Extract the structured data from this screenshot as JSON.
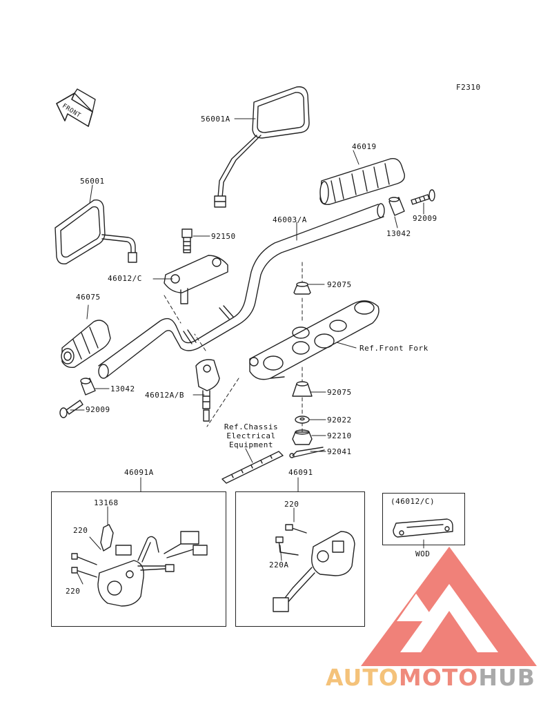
{
  "diagram": {
    "code": "F2310",
    "front_label": "FRONT",
    "parts": {
      "p56001A": "56001A",
      "p46019": "46019",
      "p56001": "56001",
      "p92150": "92150",
      "p46003A": "46003/A",
      "p13042_right": "13042",
      "p92009_right": "92009",
      "p46012C": "46012/C",
      "p92075_top": "92075",
      "p46075": "46075",
      "p13042_left": "13042",
      "p46012AB": "46012A/B",
      "p92009_left": "92009",
      "p92075_bottom": "92075",
      "p92022": "92022",
      "p92210": "92210",
      "p92041": "92041",
      "p46091A": "46091A",
      "p46091": "46091",
      "p13168": "13168",
      "p220_a": "220",
      "p220_b": "220",
      "p220_c": "220",
      "p220A": "220A",
      "p46012C_box": "(46012/C)",
      "wod": "WOD"
    },
    "references": {
      "front_fork": "Ref.Front Fork",
      "chassis_line1": "Ref.Chassis",
      "chassis_line2": "Electrical",
      "chassis_line3": "Equipment"
    }
  },
  "watermark": {
    "part1": "AUTO",
    "part2": "MOTO",
    "part3": "HUB",
    "colors": {
      "part1": "#f4c27a",
      "part2": "#ef8a7c",
      "part3": "#a9a9a9",
      "logo": "#ee6c62"
    }
  }
}
